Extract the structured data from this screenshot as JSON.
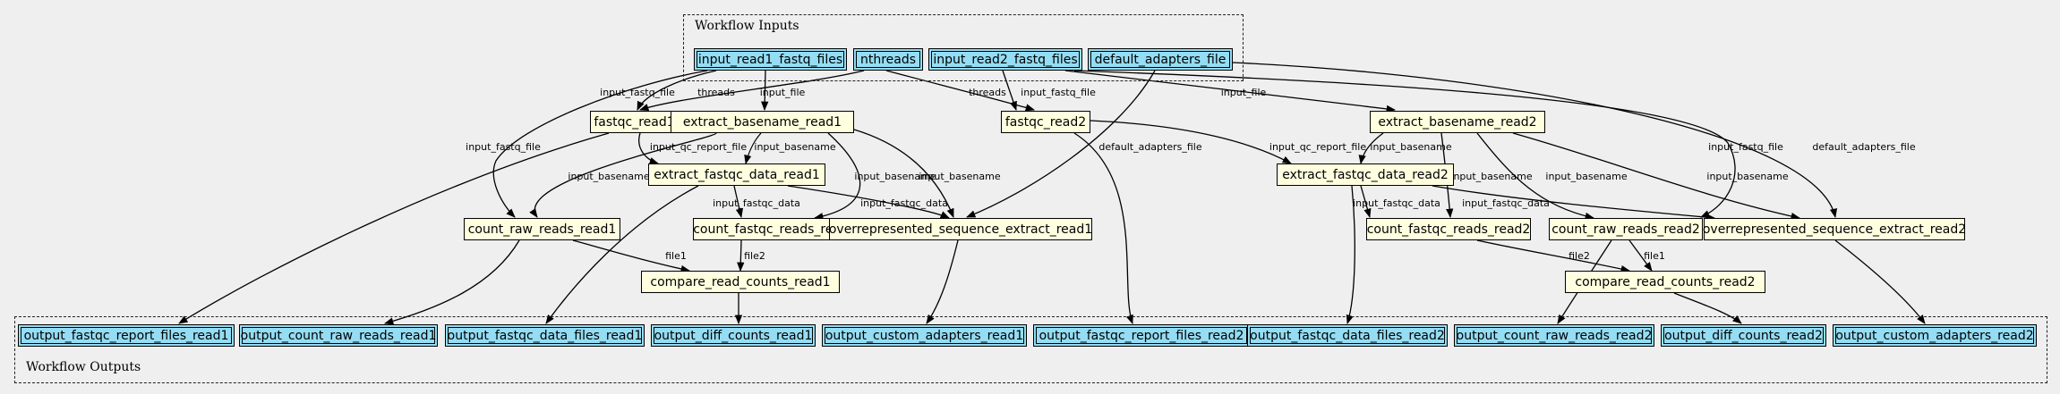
{
  "clusters": {
    "inputs": {
      "label": "Workflow Inputs"
    },
    "outputs": {
      "label": "Workflow Outputs"
    }
  },
  "nodes": {
    "input_read1_fastq_files": "input_read1_fastq_files",
    "nthreads": "nthreads",
    "input_read2_fastq_files": "input_read2_fastq_files",
    "default_adapters_file": "default_adapters_file",
    "fastqc_read1": "fastqc_read1",
    "extract_basename_read1": "extract_basename_read1",
    "fastqc_read2": "fastqc_read2",
    "extract_basename_read2": "extract_basename_read2",
    "extract_fastqc_data_read1": "extract_fastqc_data_read1",
    "extract_fastqc_data_read2": "extract_fastqc_data_read2",
    "count_raw_reads_read1": "count_raw_reads_read1",
    "count_fastqc_reads_read1": "count_fastqc_reads_read1",
    "overrepresented_sequence_extract_read1": "overrepresented_sequence_extract_read1",
    "count_fastqc_reads_read2": "count_fastqc_reads_read2",
    "count_raw_reads_read2": "count_raw_reads_read2",
    "overrepresented_sequence_extract_read2": "overrepresented_sequence_extract_read2",
    "compare_read_counts_read1": "compare_read_counts_read1",
    "compare_read_counts_read2": "compare_read_counts_read2",
    "output_fastqc_report_files_read1": "output_fastqc_report_files_read1",
    "output_count_raw_reads_read1": "output_count_raw_reads_read1",
    "output_fastqc_data_files_read1": "output_fastqc_data_files_read1",
    "output_diff_counts_read1": "output_diff_counts_read1",
    "output_custom_adapters_read1": "output_custom_adapters_read1",
    "output_fastqc_report_files_read2": "output_fastqc_report_files_read2",
    "output_fastqc_data_files_read2": "output_fastqc_data_files_read2",
    "output_count_raw_reads_read2": "output_count_raw_reads_read2",
    "output_diff_counts_read2": "output_diff_counts_read2",
    "output_custom_adapters_read2": "output_custom_adapters_read2"
  },
  "edge_labels": {
    "input_fastq_file": "input_fastq_file",
    "threads": "threads",
    "input_file": "input_file",
    "input_basename": "input_basename",
    "input_qc_report_file": "input_qc_report_file",
    "input_fastqc_data": "input_fastqc_data",
    "default_adapters_file": "default_adapters_file",
    "file1": "file1",
    "file2": "file2"
  },
  "colors": {
    "background": "#efefef",
    "io_node": "#94ddf4",
    "step_node": "#ffffe0",
    "edge": "#000000"
  }
}
